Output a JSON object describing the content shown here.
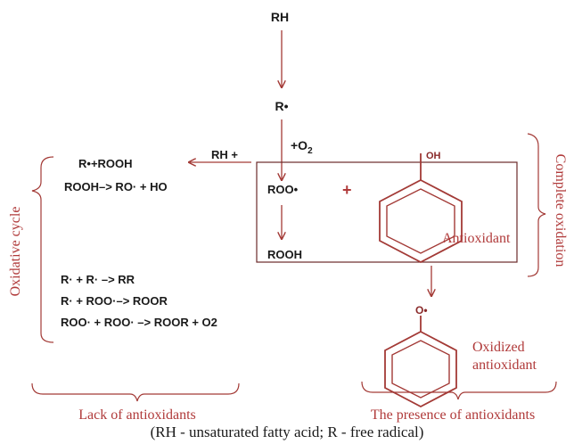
{
  "colors": {
    "accent": "#b03a3a",
    "line": "#a33a36",
    "text": "#1a1a1a"
  },
  "chain": {
    "rh": "RH",
    "r_radical": "R•",
    "o2_prefix": "+O",
    "o2_subscript": "2",
    "roo_radical": "ROO•",
    "plus": "+",
    "rooh": "ROOH"
  },
  "antioxidant": {
    "oh_label": "OH",
    "label": "Antioxidant",
    "oxidized_radical": "O•",
    "oxidized_label_line1": "Oxidized",
    "oxidized_label_line2": "antioxidant"
  },
  "oxidative": {
    "rh_plus": "RH +",
    "eq1": "R•+ROOH",
    "eq2": "ROOH–> RO· + HO",
    "eq3": "R· + R· –> RR",
    "eq4": "R· + ROO·–> ROOR",
    "eq5": "ROO· + ROO· –> ROOR + O2",
    "cycle_label": "Oxidative cycle"
  },
  "labels": {
    "complete_oxidation": "Complete oxidation",
    "lack": "Lack of antioxidants",
    "presence": "The presence of antioxidants",
    "caption": "(RH - unsaturated fatty acid; R - free radical)"
  }
}
